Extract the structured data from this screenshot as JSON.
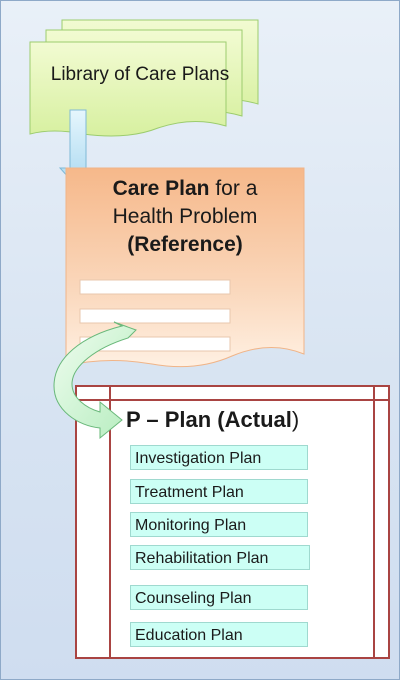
{
  "library": {
    "title": "Library of Care Plans"
  },
  "reference": {
    "line1_bold": "Care Plan",
    "line1_rest": " for a",
    "line2": "Health Problem",
    "line3": "(Reference)"
  },
  "actual": {
    "title_bold_a": "P – Plan (",
    "title_bold_b": "Actual",
    "title_tail": ")",
    "items": [
      "Investigation Plan",
      "Treatment Plan",
      "Monitoring Plan",
      "Rehabilitation Plan",
      "Counseling Plan",
      "Education Plan"
    ]
  },
  "colors": {
    "library_fill": "#e6f7b4",
    "reference_fill": "#f8c9a0",
    "plan_item_fill": "#ccfff5",
    "frame_border": "#a94442",
    "arrow_blue": "#bfe3f5",
    "arrow_green": "#c7f2c9"
  }
}
